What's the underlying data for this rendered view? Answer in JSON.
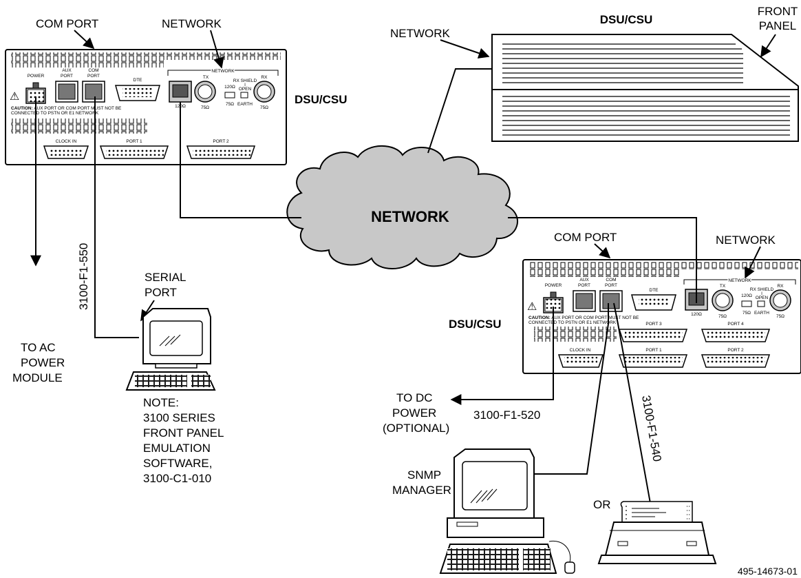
{
  "labels": {
    "com_port_top": "COM PORT",
    "network_top": "NETWORK",
    "network_arrow": "NETWORK",
    "dsu_csu_front": "DSU/CSU",
    "front_panel": [
      "FRONT",
      "PANEL"
    ],
    "dsu_csu_left": "DSU/CSU",
    "cloud": "NETWORK",
    "com_port_right": "COM PORT",
    "network_right": "NETWORK",
    "dsu_csu_right": "DSU/CSU",
    "cable_550": "3100-F1-550",
    "serial_port": [
      "SERIAL",
      "PORT"
    ],
    "to_ac": [
      "TO AC",
      "POWER",
      "MODULE"
    ],
    "note": [
      "NOTE:",
      "3100 SERIES",
      "FRONT PANEL",
      "EMULATION",
      "SOFTWARE,",
      "3100-C1-010"
    ],
    "to_dc": [
      "TO DC",
      "POWER",
      "(OPTIONAL)"
    ],
    "cable_520": "3100-F1-520",
    "cable_540": "3100-F1-540",
    "snmp": [
      "SNMP",
      "MANAGER"
    ],
    "or": "OR",
    "figure_id": "495-14673-01"
  },
  "unit_left": {
    "power": "POWER",
    "aux": [
      "AUX",
      "PORT"
    ],
    "com": [
      "COM",
      "PORT"
    ],
    "dte": "DTE",
    "network": "NETWORK",
    "tx": "TX",
    "rx": "RX",
    "r120": "120Ω",
    "r75": "75Ω",
    "rx_shield": [
      "RX SHIELD",
      "I",
      "OPEN"
    ],
    "earth": "EARTH",
    "caution_bold": "CAUTION:",
    "caution_1": " AUX PORT OR COM PORT MUST NOT BE",
    "caution_2": "CONNECTED TO PSTN OR E1 NETWORK",
    "clock_in": "CLOCK IN",
    "port1": "PORT 1",
    "port2": "PORT 2"
  },
  "unit_right": {
    "power": "POWER",
    "aux": [
      "AUX",
      "PORT"
    ],
    "com": [
      "COM",
      "PORT"
    ],
    "dte": "DTE",
    "network": "NETWORK",
    "tx": "TX",
    "rx": "RX",
    "r120": "120Ω",
    "r75": "75Ω",
    "rx_shield": [
      "RX SHIELD",
      "I",
      "OPEN"
    ],
    "earth": "EARTH",
    "caution_bold": "CAUTION:",
    "caution_1": " AUX PORT OR COM PORT MUST NOT BE",
    "caution_2": "CONNECTED TO PSTN OR E1 NETWORK",
    "clock_in": "CLOCK IN",
    "port1": "PORT 1",
    "port2": "PORT 2",
    "port3": "PORT 3",
    "port4": "PORT 4"
  }
}
